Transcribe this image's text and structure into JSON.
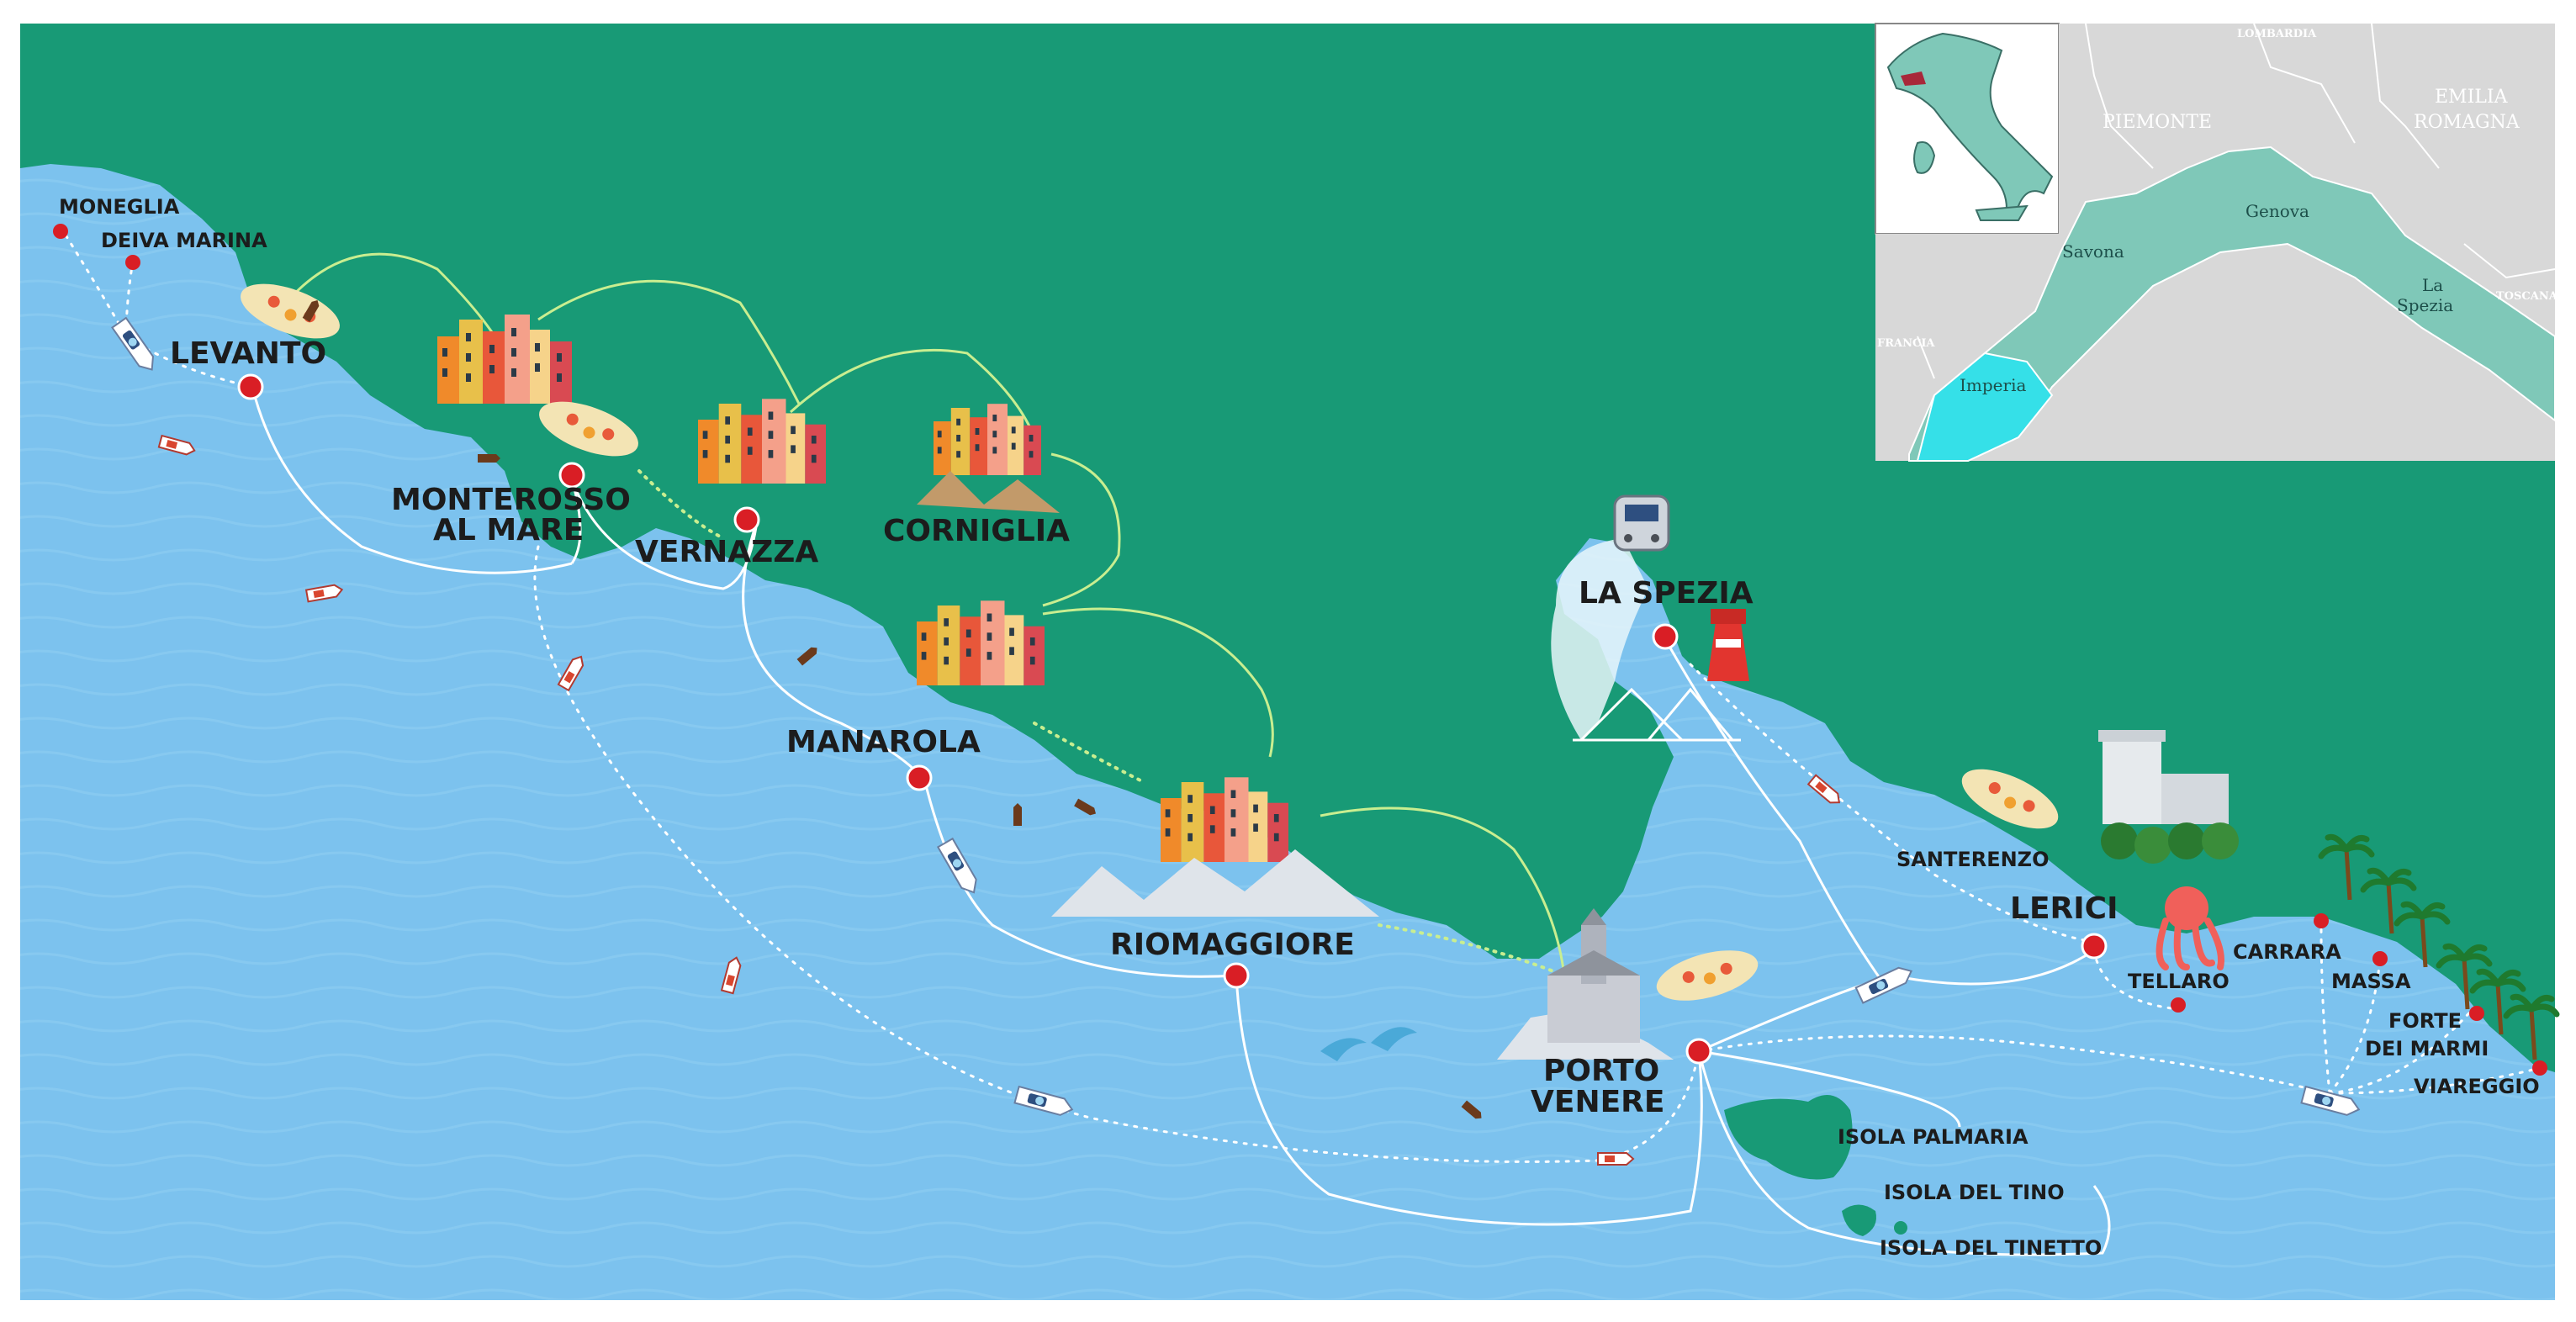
{
  "colors": {
    "land": "#189a76",
    "sea": "#7cc2ee",
    "route": "#ffffff",
    "hiking_trail": "#c9ee90",
    "pin": "#d91e25",
    "inset_land": "#7fc8b8",
    "inset_highlight": "#35e0e8",
    "inset_outside": "#d8d8d8"
  },
  "towns": {
    "moneglia": "MONEGLIA",
    "deiva_marina": "DEIVA MARINA",
    "levanto": "LEVANTO",
    "monterosso_1": "MONTEROSSO",
    "monterosso_2": "AL MARE",
    "vernazza": "VERNAZZA",
    "corniglia": "CORNIGLIA",
    "manarola": "MANAROLA",
    "riomaggiore": "RIOMAGGIORE",
    "la_spezia": "LA SPEZIA",
    "porto_venere_1": "PORTO",
    "porto_venere_2": "VENERE",
    "lerici": "LERICI",
    "santerenzo": "SANTERENZO",
    "tellaro": "TELLARO",
    "carrara": "CARRARA",
    "massa": "MASSA",
    "forte_dei_marmi_1": "FORTE",
    "forte_dei_marmi_2": "DEI MARMI",
    "viareggio": "VIAREGGIO",
    "isola_palmaria": "ISOLA PALMARIA",
    "isola_del_tino": "ISOLA DEL TINO",
    "isola_del_tinetto": "ISOLA DEL TINETTO"
  },
  "inset": {
    "regions": {
      "lombardia": "LOMBARDIA",
      "piemonte": "PIEMONTE",
      "emilia_1": "EMILIA",
      "emilia_2": "ROMAGNA",
      "francia": "FRANCIA",
      "toscana": "TOSCANA"
    },
    "provinces": {
      "genova": "Genova",
      "savona": "Savona",
      "la_spezia_1": "La",
      "la_spezia_2": "Spezia",
      "imperia": "Imperia"
    }
  },
  "icons": [
    "boat-icon",
    "ferry-icon",
    "train-icon",
    "lighthouse-icon",
    "octopus-icon",
    "dolphin-icon",
    "palm-tree-icon",
    "castle-icon",
    "church-icon",
    "beach-umbrella-icon",
    "town-houses-icon",
    "bridge-icon"
  ]
}
